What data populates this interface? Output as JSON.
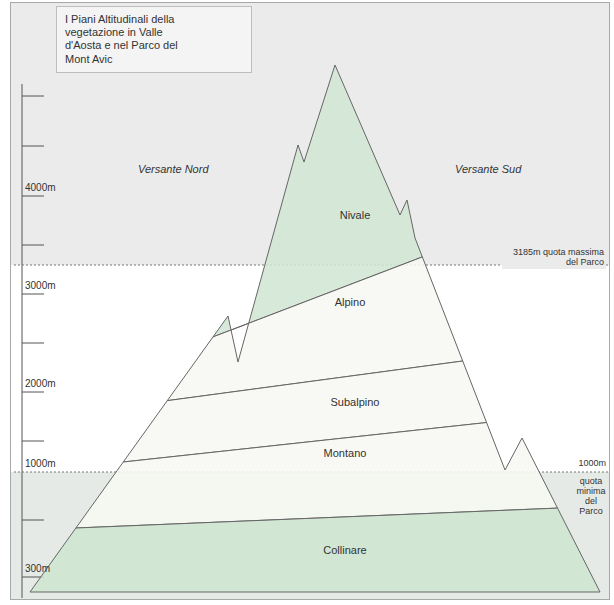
{
  "diagram": {
    "title": "I Piani Altitudinali della vegetazione in Valle d'Aosta e nel Parco del Mont Avic",
    "nodes": [
      {
        "text": [
          "Nivale"
        ]
      },
      {
        "text": [
          "Alpino"
        ]
      },
      {
        "text": [
          "Subalpino"
        ]
      },
      {
        "text": [
          "Montano"
        ]
      },
      {
        "text": [
          "Collinare"
        ]
      }
    ],
    "labels": [
      "Versante Nord",
      "Versante Sud",
      "4000m",
      "3000m",
      "2000m",
      "1000m",
      "300m",
      "3185m quota massima del Parco",
      "1000m",
      "quota minima del Parco"
    ]
  }
}
